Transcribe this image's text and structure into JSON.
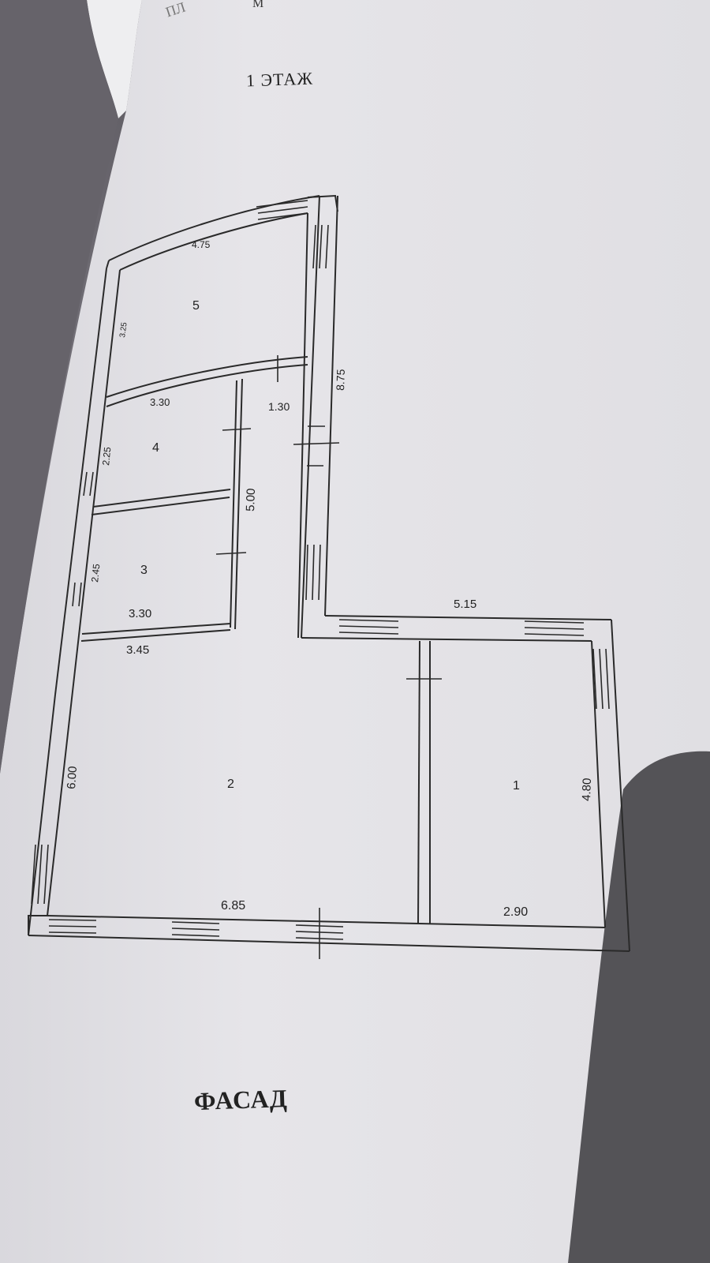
{
  "header": {
    "corner_left": "ПЛ",
    "corner_right": "М"
  },
  "plan": {
    "title": "1  ЭТАЖ",
    "facade_label": "ФАСАД",
    "rooms": [
      {
        "id": "1",
        "label": "1"
      },
      {
        "id": "2",
        "label": "2"
      },
      {
        "id": "3",
        "label": "3"
      },
      {
        "id": "4",
        "label": "4"
      },
      {
        "id": "5",
        "label": "5"
      }
    ],
    "dimensions": {
      "room5_top": "4.75",
      "room5_left": "3.25",
      "room4_top": "3.30",
      "corridor_top": "1.30",
      "right_tall": "8.75",
      "room4_left": "2.25",
      "corridor_length": "5.00",
      "room3_left": "2.45",
      "room3_bottom": "3.30",
      "room2_top": "3.45",
      "wing_top": "5.15",
      "room2_left": "6.00",
      "room1_right": "4.80",
      "room2_bottom": "6.85",
      "room1_bottom": "2.90"
    }
  },
  "colors": {
    "paper": "#e3e2e6",
    "line": "#2a2a2a",
    "shadow": "#3e3c40"
  }
}
